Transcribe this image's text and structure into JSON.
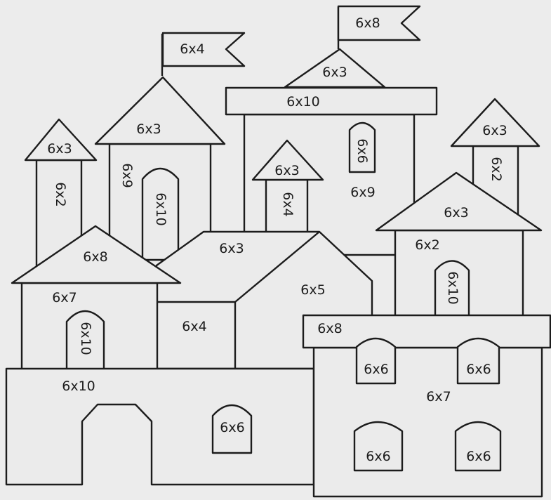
{
  "colors": {
    "paper": "#ececec",
    "ink": "#1c1c1c"
  },
  "labels": {
    "flag_left": "6x4",
    "flag_right": "6x8",
    "tall_tower_roof": "6x3",
    "tall_tower_left": "6x9",
    "tall_tower_window": "6x10",
    "left_turret_roof": "6x3",
    "left_turret_body": "6x2",
    "center_roof": "6x3",
    "center_band": "6x10",
    "center_window": "6x6",
    "center_body": "6x9",
    "small_turret_roof": "6x3",
    "small_turret_body": "6x4",
    "right_turret_roof": "6x3",
    "right_turret_body": "6x2",
    "left_house_roof": "6x8",
    "left_house_body": "6x7",
    "left_house_door": "6x10",
    "mid_roof": "6x3",
    "mid_body": "6x4",
    "mid_right": "6x5",
    "right_house_roof": "6x3",
    "right_house_body": "6x2",
    "right_house_door": "6x10",
    "bottom_wall": "6x10",
    "bottom_window": "6x6",
    "right_band": "6x8",
    "right_win_tl": "6x6",
    "right_win_tr": "6x6",
    "right_body": "6x7",
    "right_win_bl": "6x6",
    "right_win_br": "6x6"
  }
}
